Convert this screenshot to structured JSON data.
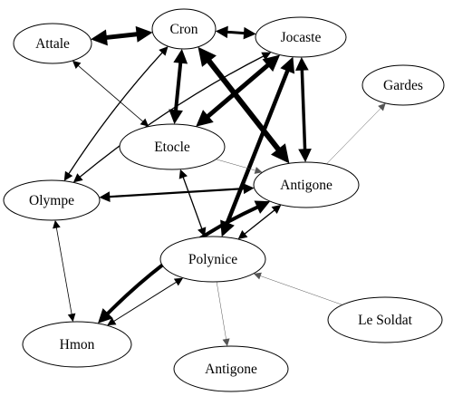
{
  "nodes": [
    {
      "id": "cron",
      "label": "Cron"
    },
    {
      "id": "attale",
      "label": "Attale"
    },
    {
      "id": "jocaste",
      "label": "Jocaste"
    },
    {
      "id": "gardes",
      "label": "Gardes"
    },
    {
      "id": "etocle",
      "label": "Etocle"
    },
    {
      "id": "olympe",
      "label": "Olympe"
    },
    {
      "id": "antigone",
      "label": "Antigone"
    },
    {
      "id": "polynice",
      "label": "Polynice"
    },
    {
      "id": "le-soldat",
      "label": "Le Soldat"
    },
    {
      "id": "hmon",
      "label": "Hmon"
    },
    {
      "id": "antigone-2",
      "label": "Antigone"
    }
  ],
  "edges": [
    {
      "from": "cron",
      "to": "attale",
      "weight": 5,
      "dir": "both"
    },
    {
      "from": "cron",
      "to": "jocaste",
      "weight": 3,
      "dir": "both"
    },
    {
      "from": "cron",
      "to": "etocle",
      "weight": 4,
      "dir": "both"
    },
    {
      "from": "cron",
      "to": "antigone",
      "weight": 6,
      "dir": "both"
    },
    {
      "from": "cron",
      "to": "olympe",
      "weight": 1.3,
      "dir": "both"
    },
    {
      "from": "attale",
      "to": "etocle",
      "weight": 0.8,
      "dir": "both"
    },
    {
      "from": "jocaste",
      "to": "etocle",
      "weight": 5,
      "dir": "both"
    },
    {
      "from": "jocaste",
      "to": "antigone",
      "weight": 3.5,
      "dir": "both"
    },
    {
      "from": "jocaste",
      "to": "polynice",
      "weight": 4.5,
      "dir": "both"
    },
    {
      "from": "jocaste",
      "to": "olympe",
      "weight": 1.3,
      "dir": "both"
    },
    {
      "from": "antigone",
      "to": "gardes",
      "weight": 0.5,
      "dir": "forward"
    },
    {
      "from": "etocle",
      "to": "antigone",
      "weight": 0.5,
      "dir": "forward"
    },
    {
      "from": "etocle",
      "to": "polynice",
      "weight": 1.3,
      "dir": "both"
    },
    {
      "from": "olympe",
      "to": "antigone",
      "weight": 2.2,
      "dir": "both"
    },
    {
      "from": "olympe",
      "to": "hmon",
      "weight": 0.8,
      "dir": "both"
    },
    {
      "from": "antigone",
      "to": "polynice",
      "weight": 1.3,
      "dir": "both"
    },
    {
      "from": "antigone",
      "to": "hmon",
      "weight": 4,
      "dir": "both"
    },
    {
      "from": "polynice",
      "to": "hmon",
      "weight": 1,
      "dir": "both"
    },
    {
      "from": "le-soldat",
      "to": "polynice",
      "weight": 0.5,
      "dir": "forward"
    },
    {
      "from": "polynice",
      "to": "antigone-2",
      "weight": 0.5,
      "dir": "forward"
    }
  ]
}
